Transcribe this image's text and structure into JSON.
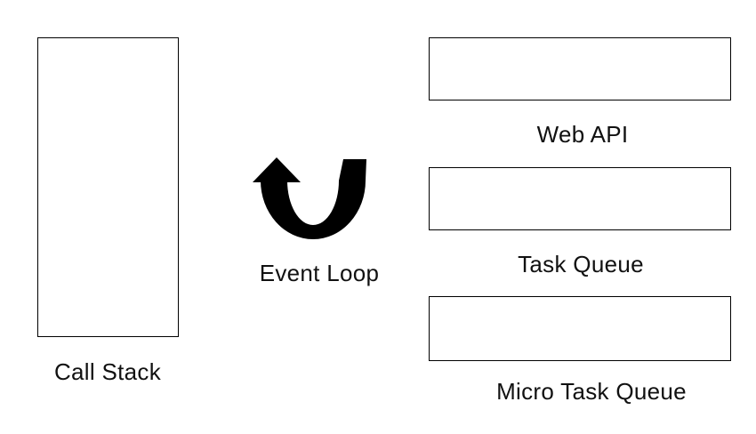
{
  "diagram": {
    "background_color": "#ffffff",
    "stroke_color": "#000000",
    "text_color": "#111111",
    "nodes": [
      {
        "id": "call-stack",
        "label": "Call Stack",
        "shape": "rectangle",
        "contents": ""
      },
      {
        "id": "web-api",
        "label": "Web API",
        "shape": "rectangle",
        "contents": ""
      },
      {
        "id": "task-queue",
        "label": "Task Queue",
        "shape": "rectangle",
        "contents": ""
      },
      {
        "id": "micro-task-queue",
        "label": "Micro Task Queue",
        "shape": "rectangle",
        "contents": ""
      }
    ],
    "event_loop": {
      "label": "Event Loop",
      "icon": "u-turn-up-arrow-icon",
      "icon_color": "#000000"
    }
  }
}
